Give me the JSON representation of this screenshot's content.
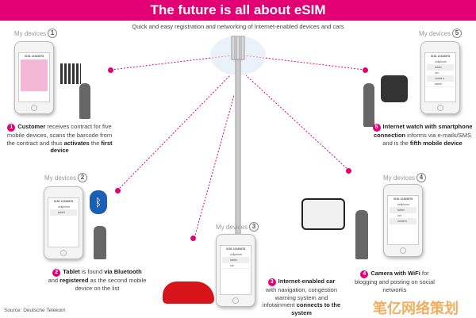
{
  "title": "The future is all about eSIM",
  "subtitle": "Quick and easy registration and networking of Internet-enabled devices and cars",
  "my_devices_label": "My devices",
  "phone_number": "0151 12345678",
  "device_list": [
    "cellphone",
    "tablet",
    "car",
    "camera",
    "watch"
  ],
  "steps": [
    {
      "num": "1",
      "bold1": "Customer",
      "t1": " receives contract for five mobile devices, scans the barcode from the contract and thus ",
      "bold2": "activates",
      "t2": " the ",
      "bold3": "first device"
    },
    {
      "num": "2",
      "bold1": "Tablet",
      "t1": " is found ",
      "bold2": "via Bluetooth",
      "t2": " and ",
      "bold3": "registered",
      "t3": " as the second mobile device on the list"
    },
    {
      "num": "3",
      "bold1": "Internet-enabled car",
      "t1": " with navigation, congestion warning system and infotainment ",
      "bold2": "connects to the system"
    },
    {
      "num": "4",
      "bold1": "Camera with WiFi",
      "t1": " for blogging and posting on social networks"
    },
    {
      "num": "5",
      "bold1": "Internet watch with smartphone connection",
      "t1": " informs via e-mails/SMS and is the ",
      "bold2": "fifth mobile device"
    }
  ],
  "source": "Source: Deutsche Telekom",
  "watermark": "笔亿网络策划",
  "colors": {
    "brand": "#e20074"
  }
}
